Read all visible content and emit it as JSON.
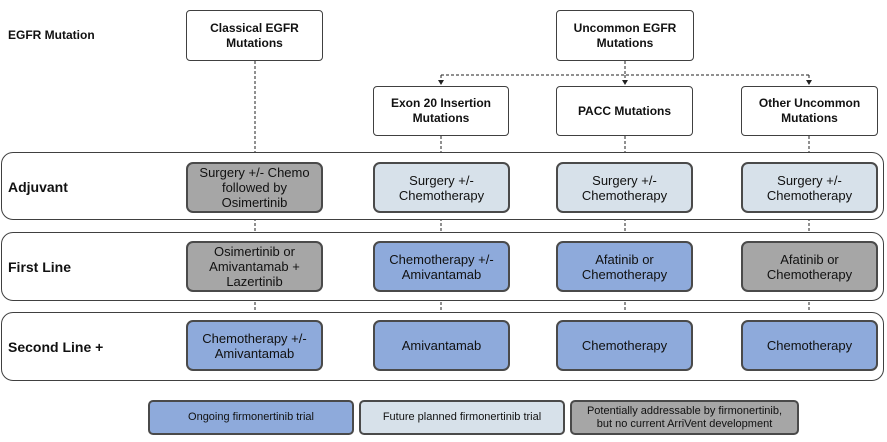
{
  "row_header": "EGFR Mutation",
  "top_headers": {
    "classical": "Classical EGFR Mutations",
    "uncommon": "Uncommon EGFR Mutations"
  },
  "sub_headers": {
    "exon20": "Exon 20 Insertion Mutations",
    "pacc": "PACC Mutations",
    "other": "Other Uncommon Mutations"
  },
  "rows": {
    "adjuvant": "Adjuvant",
    "first_line": "First Line",
    "second_line": "Second Line +"
  },
  "cells": {
    "adjuvant": {
      "classical": "Surgery +/- Chemo followed by Osimertinib",
      "exon20": "Surgery +/- Chemotherapy",
      "pacc": "Surgery +/- Chemotherapy",
      "other": "Surgery +/- Chemotherapy"
    },
    "first_line": {
      "classical": "Osimertinib or Amivantamab + Lazertinib",
      "exon20": "Chemotherapy +/- Amivantamab",
      "pacc": "Afatinib or Chemotherapy",
      "other": "Afatinib or Chemotherapy"
    },
    "second_line": {
      "classical": "Chemotherapy +/- Amivantamab",
      "exon20": "Amivantamab",
      "pacc": "Chemotherapy",
      "other": "Chemotherapy"
    }
  },
  "legend": {
    "ongoing": "Ongoing firmonertinib trial",
    "future": "Future planned firmonertinib trial",
    "potential": "Potentially addressable by firmonertinib, but no current ArriVent development"
  },
  "colors": {
    "ongoing": "#8eaadb",
    "future": "#d7e1ea",
    "potential": "#a6a6a6",
    "border": "#4a4a4a"
  }
}
